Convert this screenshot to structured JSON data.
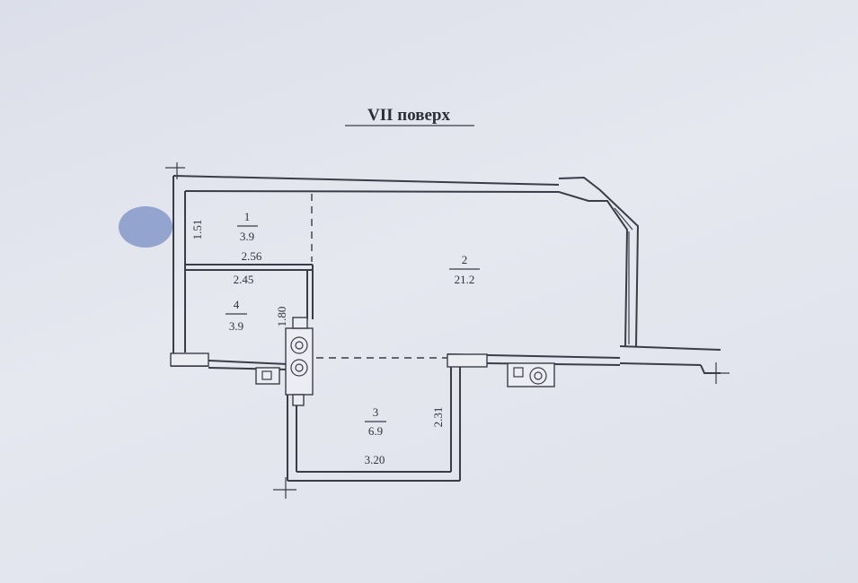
{
  "plan": {
    "title": "VII поверх",
    "rooms": [
      {
        "number": "1",
        "area": "3.9"
      },
      {
        "number": "2",
        "area": "21.2"
      },
      {
        "number": "3",
        "area": "6.9"
      },
      {
        "number": "4",
        "area": "3.9"
      }
    ],
    "dimensions": {
      "d_1_51": "1.51",
      "d_2_56": "2.56",
      "d_2_45": "2.45",
      "d_1_80": "1.80",
      "d_2_31": "2.31",
      "d_3_20": "3.20"
    }
  }
}
